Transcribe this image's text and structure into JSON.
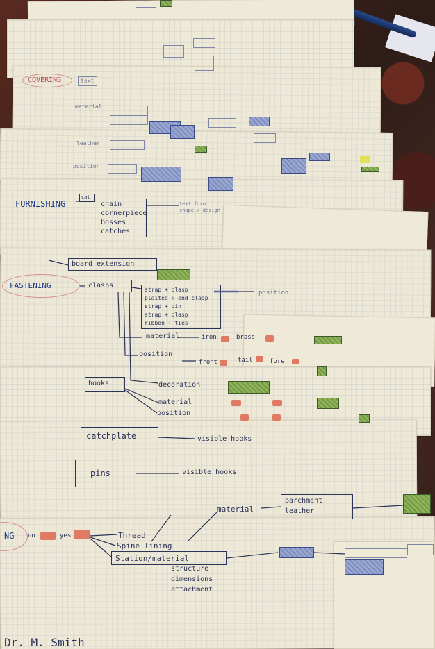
{
  "photo": {
    "subject": "",
    "colors": {
      "paper": "#efe9d8",
      "ink": "#2c3358",
      "green_highlight": "#7fa24e",
      "red_highlight": "#e07a62",
      "carpet": "#3a2a24"
    }
  },
  "notes": {
    "covering": {
      "heading": "COVERING",
      "tag": "text",
      "faint_labels": [
        "material",
        "leather",
        "position"
      ]
    },
    "furnishing": {
      "heading": "FURNISHING",
      "tag": "cat",
      "items": [
        "chain",
        "cornerpiece",
        "bosses",
        "catches"
      ],
      "side_note": "text form shape / design"
    },
    "fastening": {
      "heading": "FASTENING",
      "top_label": "board extension",
      "clasps": "clasps",
      "clasp_list": [
        "strap + clasp",
        "plaited + end clasp",
        "strap + pin",
        "strap + clasp",
        "ribbon + ties"
      ],
      "position_note": "position",
      "material_line": "material",
      "material_terms": [
        "iron",
        "brass"
      ],
      "position_line": "position",
      "position_terms": [
        "front",
        "tail",
        "fore"
      ],
      "hooks": "hooks",
      "decoration": "decoration",
      "material_2": "material",
      "position_2": "position",
      "catchplates": "catchplate",
      "catchplate_note": "visible hooks",
      "pins": "pins",
      "pins_note": "visible hooks"
    },
    "sewing": {
      "heading": "NG",
      "tags": [
        "no",
        "yes"
      ],
      "items": [
        "Thread",
        "Spine lining",
        "Station/material"
      ],
      "material_label": "material",
      "material_options": [
        "parchment",
        "leather"
      ],
      "sub_items": [
        "structure",
        "dimensions",
        "attachment"
      ]
    },
    "signature": "Dr. M. Smith"
  }
}
